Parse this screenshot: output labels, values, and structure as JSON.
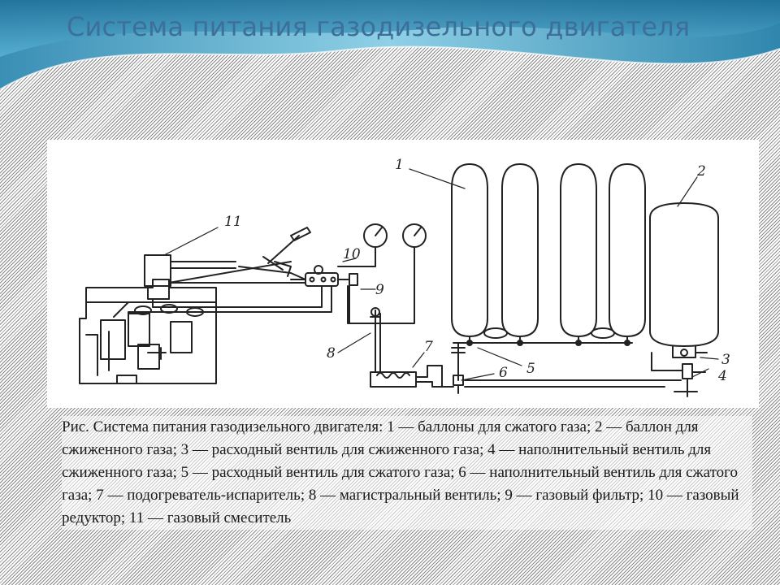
{
  "slide": {
    "title": "Система питания газодизельного двигателя"
  },
  "diagram": {
    "labels": [
      "1",
      "2",
      "3",
      "4",
      "5",
      "6",
      "7",
      "8",
      "9",
      "10",
      "11"
    ]
  },
  "caption": "Рис. Система питания газодизельного двигателя: 1 — баллоны для сжатого газа; 2 — баллон для сжиженного газа; 3 — расходный вентиль для сжиженного газа; 4 — наполнительный вентиль для сжиженного газа; 5 — расходный вентиль для сжатого газа; 6 — наполнительный вентиль для сжатого газа; 7 — подогреватель-испаритель; 8 — магистральный вентиль; 9 — газовый фильтр; 10 — газовый редуктор; 11 — газовый смеситель"
}
